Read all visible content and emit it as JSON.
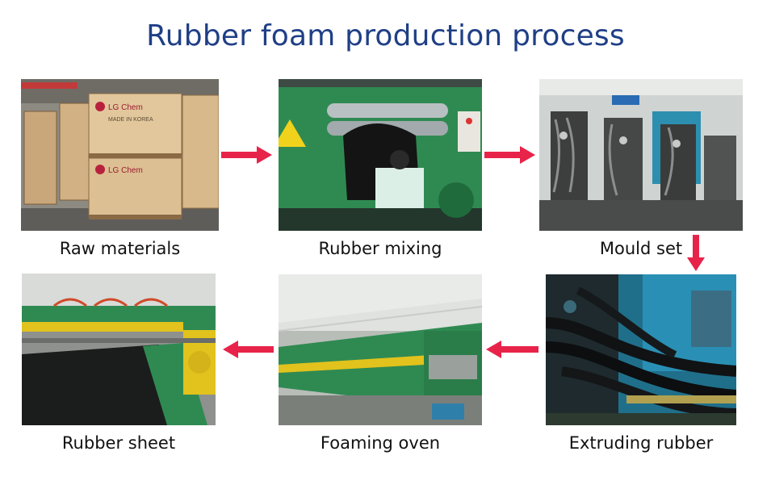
{
  "title": "Rubber foam production process",
  "steps": [
    {
      "label": "Raw materials",
      "icon": "stacked-boxes-photo"
    },
    {
      "label": "Rubber mixing",
      "icon": "mixing-mill-photo"
    },
    {
      "label": "Mould set",
      "icon": "mould-machinery-photo"
    },
    {
      "label": "Extruding rubber",
      "icon": "extruder-hoses-photo"
    },
    {
      "label": "Foaming oven",
      "icon": "oven-line-photo"
    },
    {
      "label": "Rubber sheet",
      "icon": "sheet-line-photo"
    }
  ],
  "photo_text": {
    "box_brand": "LG Chem",
    "box_origin": "MADE IN KOREA"
  },
  "colors": {
    "title": "#1f3f86",
    "arrow": "#e8234a",
    "machine_green": "#2f8a52",
    "accent_yellow": "#e2c21c"
  }
}
